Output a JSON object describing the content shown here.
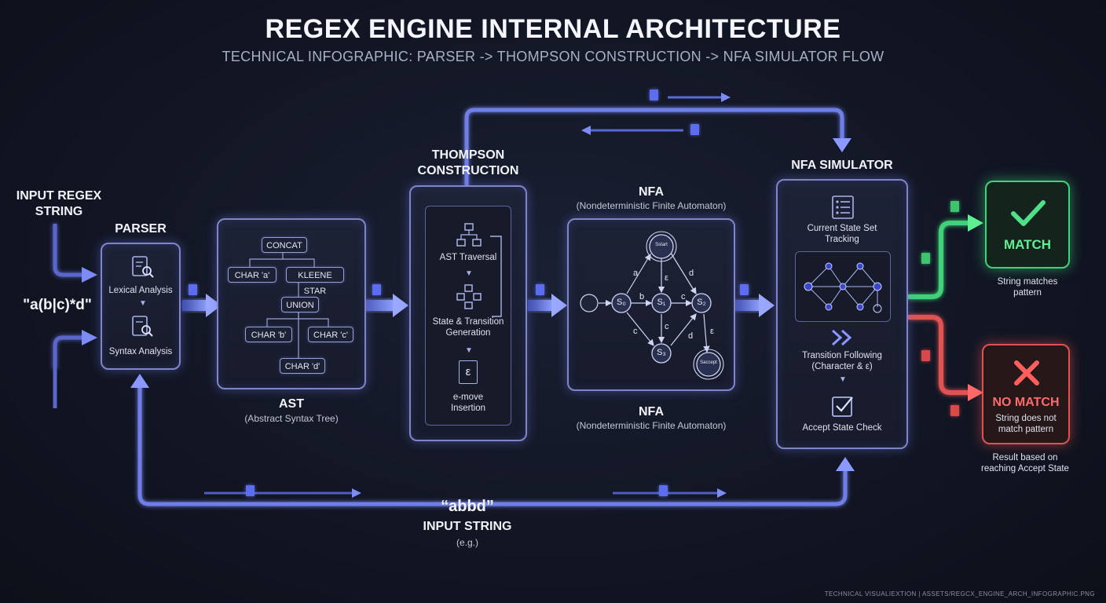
{
  "title": "REGEX ENGINE INTERNAL ARCHITECTURE",
  "subtitle": "TECHNICAL INFOGRAPHIC: PARSER -> THOMPSON CONSTRUCTION -> NFA SIMULATOR FLOW",
  "input_regex": {
    "label_line1": "INPUT REGEX",
    "label_line2": "STRING",
    "value": "\"a(b|c)*d\""
  },
  "parser": {
    "label": "PARSER",
    "step1": "Lexical Analysis",
    "step2": "Syntax Analysis"
  },
  "ast": {
    "label": "AST",
    "sublabel": "(Abstract Syntax Tree)",
    "nodes": {
      "concat": "CONCAT",
      "char_a": "CHAR 'a'",
      "kleene": "KLEENE STAR",
      "union": "UNION",
      "char_b": "CHAR 'b'",
      "char_c": "CHAR 'c'",
      "char_d": "CHAR 'd'"
    }
  },
  "thompson": {
    "label_line1": "THOMPSON",
    "label_line2": "CONSTRUCTION",
    "step1": "AST Traversal",
    "step2_line1": "State & Transition",
    "step2_line2": "Generation",
    "step3_line1": "e-move",
    "step3_line2": "Insertion",
    "epsilon": "ε"
  },
  "nfa": {
    "label_top": "NFA",
    "sublabel_top": "(Nondeterministic Finite Automaton)",
    "label_bottom": "NFA",
    "sublabel_bottom": "(Nondeterministic Finite Automaton)",
    "states": {
      "s0": "S₀",
      "s1": "S₁",
      "s2": "S₂",
      "s3": "S₃",
      "start": "Sstart",
      "accept": "Saccept"
    },
    "edges": {
      "a": "a",
      "b": "b",
      "c1": "c",
      "c2": "c",
      "c3": "c",
      "d1": "d",
      "d2": "d",
      "eps1": "ε",
      "eps2": "ε"
    }
  },
  "simulator": {
    "label": "NFA SIMULATOR",
    "step1_line1": "Current State Set",
    "step1_line2": "Tracking",
    "step2_line1": "Transition Following",
    "step2_line2": "(Character & ε)",
    "step3": "Accept State Check"
  },
  "result_match": {
    "label": "MATCH",
    "caption_line1": "String matches",
    "caption_line2": "pattern"
  },
  "result_nomatch": {
    "label": "NO MATCH",
    "inner_line1": "String does not",
    "inner_line2": "match pattern",
    "caption_line1": "Result based on",
    "caption_line2": "reaching Accept State"
  },
  "input_string": {
    "value": "“abbd”",
    "label": "INPUT STRING",
    "sublabel": "(e.g.)"
  },
  "footer": "TECHNICAL VISUALIEXTION | ASSETS/REGCX_ENGINE_ARCH_INFOGRAPHIC.PNG",
  "colors": {
    "accent": "#6c7cf5",
    "match": "#3fd27a",
    "nomatch": "#e05252",
    "background": "#121624"
  }
}
